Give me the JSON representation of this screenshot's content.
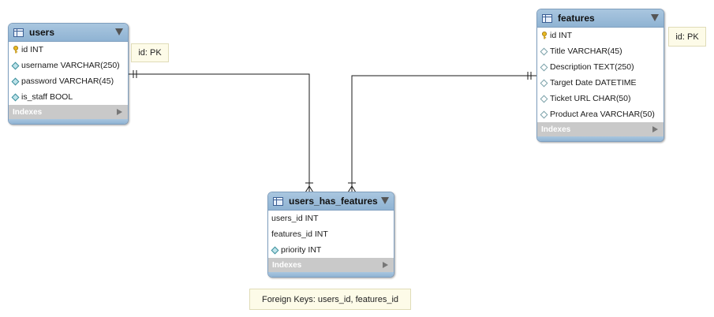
{
  "tables": {
    "users": {
      "title": "users",
      "columns": [
        {
          "label": "id INT",
          "icon": "primary-key-icon"
        },
        {
          "label": "username VARCHAR(250)",
          "icon": "column-diamond-icon"
        },
        {
          "label": "password VARCHAR(45)",
          "icon": "column-diamond-icon"
        },
        {
          "label": "is_staff BOOL",
          "icon": "column-diamond-icon"
        }
      ],
      "indexes_label": "Indexes"
    },
    "features": {
      "title": "features",
      "columns": [
        {
          "label": "id INT",
          "icon": "primary-key-icon"
        },
        {
          "label": "Title VARCHAR(45)",
          "icon": "nullable-diamond-icon"
        },
        {
          "label": "Description TEXT(250)",
          "icon": "nullable-diamond-icon"
        },
        {
          "label": "Target Date DATETIME",
          "icon": "nullable-diamond-icon"
        },
        {
          "label": "Ticket URL CHAR(50)",
          "icon": "nullable-diamond-icon"
        },
        {
          "label": "Product Area VARCHAR(50)",
          "icon": "nullable-diamond-icon"
        }
      ],
      "indexes_label": "Indexes"
    },
    "users_has_features": {
      "title": "users_has_features",
      "columns": [
        {
          "label": "users_id INT",
          "icon": ""
        },
        {
          "label": "features_id INT",
          "icon": ""
        },
        {
          "label": "priority INT",
          "icon": "column-diamond-icon"
        }
      ],
      "indexes_label": "Indexes"
    }
  },
  "notes": {
    "users_pk": "id: PK",
    "features_pk": "id: PK",
    "foreign_keys": "Foreign Keys: users_id, features_id"
  },
  "relationships": [
    {
      "from": "users",
      "to": "users_has_features",
      "from_end": "one-and-only-one",
      "to_end": "one-or-many"
    },
    {
      "from": "features",
      "to": "users_has_features",
      "from_end": "one-and-only-one",
      "to_end": "one-or-many"
    }
  ],
  "colors": {
    "header": "#9bbbd9",
    "indexes_bar": "#c9c9c9",
    "note_bg": "#fdfbe8",
    "line": "#1a1a1a"
  }
}
